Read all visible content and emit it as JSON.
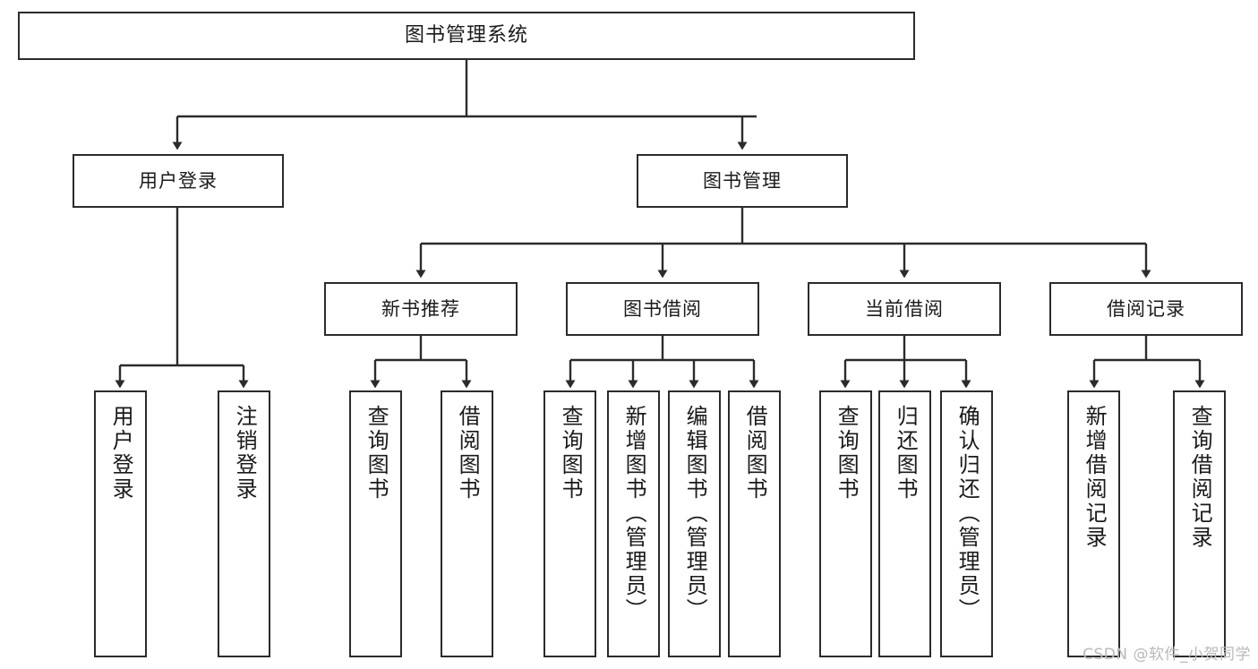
{
  "diagram": {
    "title": "图书管理系统",
    "type": "hierarchy-tree",
    "watermark": "CSDN @软件_小贺同学",
    "colors": {
      "stroke": "#2b2b2b",
      "fill": "#ffffff",
      "text": "#1a1a1a",
      "watermark": "#b9b9b9"
    },
    "nodes": {
      "root": {
        "label": "图书管理系统"
      },
      "level1": [
        {
          "label": "用户登录"
        },
        {
          "label": "图书管理"
        }
      ],
      "level2": [
        {
          "label": "新书推荐"
        },
        {
          "label": "图书借阅"
        },
        {
          "label": "当前借阅"
        },
        {
          "label": "借阅记录"
        }
      ],
      "leaves_user_login": [
        {
          "label": "用户登录"
        },
        {
          "label": "注销登录"
        }
      ],
      "leaves_new_book": [
        {
          "label": "查询图书"
        },
        {
          "label": "借阅图书"
        }
      ],
      "leaves_borrow": [
        {
          "label": "查询图书"
        },
        {
          "label": "新增图书（管理员）"
        },
        {
          "label": "编辑图书（管理员）"
        },
        {
          "label": "借阅图书"
        }
      ],
      "leaves_current": [
        {
          "label": "查询图书"
        },
        {
          "label": "归还图书"
        },
        {
          "label": "确认归还（管理员）"
        }
      ],
      "leaves_record": [
        {
          "label": "新增借阅记录"
        },
        {
          "label": "查询借阅记录"
        }
      ]
    }
  }
}
